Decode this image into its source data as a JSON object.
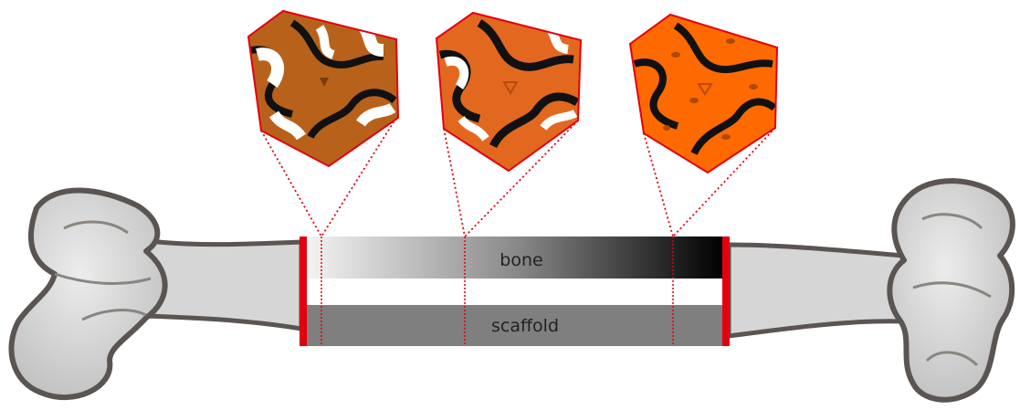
{
  "labels": {
    "bone": "bone",
    "scaffold": "scaffold"
  },
  "colors": {
    "accent_red": "#e3000f",
    "bone_gradient_start": "#f0f0f0",
    "bone_gradient_end": "#000000",
    "scaffold_fill": "#7f7f7f",
    "cube_orange_dark": "#b8611b",
    "cube_orange_mid": "#e3681f",
    "cube_orange_bright": "#ff6a00",
    "femur_fill": "#d2d2d2",
    "femur_outline": "#5a5552"
  },
  "icons": {
    "femur": "femur-bone-icon",
    "unit_cells": [
      "gyroid-unit-cell-low-density",
      "gyroid-unit-cell-medium-density",
      "gyroid-unit-cell-high-density"
    ]
  }
}
